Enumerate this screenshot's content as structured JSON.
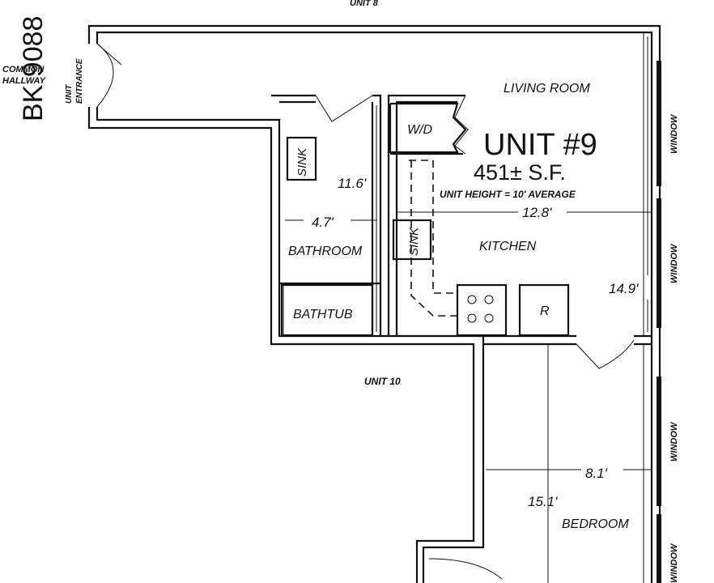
{
  "plan": {
    "stamp": "BK 9088",
    "neighbors": {
      "top": "UNIT 8",
      "bottom": "UNIT 10"
    },
    "common_hallway": [
      "COMMON",
      "HALLWAY"
    ],
    "unit_entrance": [
      "UNIT",
      "ENTRANCE"
    ],
    "title": "UNIT #9",
    "area": "451± S.F.",
    "height_note": "UNIT HEIGHT = 10' AVERAGE",
    "rooms": {
      "living": "LIVING ROOM",
      "kitchen": "KITCHEN",
      "bathroom": "BATHROOM",
      "bedroom": "BEDROOM"
    },
    "fixtures": {
      "washer_dryer": "W/D",
      "bath_sink": "SINK",
      "kitchen_sink": "SINK",
      "bathtub": "BATHTUB",
      "refrigerator": "R"
    },
    "dimensions": {
      "bath_height": "11.6'",
      "bath_width": "4.7'",
      "kitchen_width": "12.8'",
      "living_depth": "14.9'",
      "bedroom_width": "8.1'",
      "bedroom_depth": "15.1'"
    },
    "window_label": "WINDOW"
  }
}
